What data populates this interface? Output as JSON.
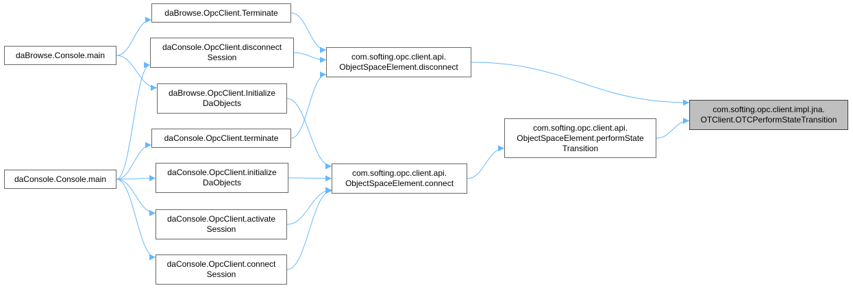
{
  "diagram": {
    "edge_color": "#63b8ff",
    "nodes": [
      {
        "id": "tgt",
        "lines": [
          "com.softing.opc.client.impl.jna.",
          "OTClient.OTCPerformStateTransition"
        ],
        "highlight": true
      },
      {
        "id": "pst",
        "lines": [
          "com.softing.opc.client.api.",
          "ObjectSpaceElement.performState",
          "Transition"
        ]
      },
      {
        "id": "disc",
        "lines": [
          "com.softing.opc.client.api.",
          "ObjectSpaceElement.disconnect"
        ]
      },
      {
        "id": "conn",
        "lines": [
          "com.softing.opc.client.api.",
          "ObjectSpaceElement.connect"
        ]
      },
      {
        "id": "bterm",
        "lines": [
          "daBrowse.OpcClient.Terminate"
        ]
      },
      {
        "id": "cdisc",
        "lines": [
          "daConsole.OpcClient.disconnect",
          "Session"
        ]
      },
      {
        "id": "binit",
        "lines": [
          "daBrowse.OpcClient.Initialize",
          "DaObjects"
        ]
      },
      {
        "id": "cterm",
        "lines": [
          "daConsole.OpcClient.terminate"
        ]
      },
      {
        "id": "cinit",
        "lines": [
          "daConsole.OpcClient.initialize",
          "DaObjects"
        ]
      },
      {
        "id": "cact",
        "lines": [
          "daConsole.OpcClient.activate",
          "Session"
        ]
      },
      {
        "id": "cconn",
        "lines": [
          "daConsole.OpcClient.connect",
          "Session"
        ]
      },
      {
        "id": "bmain",
        "lines": [
          "daBrowse.Console.main"
        ]
      },
      {
        "id": "cmain",
        "lines": [
          "daConsole.Console.main"
        ]
      }
    ],
    "edges": [
      [
        "pst",
        "tgt"
      ],
      [
        "disc",
        "tgt"
      ],
      [
        "conn",
        "pst"
      ],
      [
        "bterm",
        "disc"
      ],
      [
        "cdisc",
        "disc"
      ],
      [
        "cterm",
        "disc"
      ],
      [
        "binit",
        "conn"
      ],
      [
        "cinit",
        "conn"
      ],
      [
        "cact",
        "conn"
      ],
      [
        "cconn",
        "conn"
      ],
      [
        "bmain",
        "bterm"
      ],
      [
        "bmain",
        "binit"
      ],
      [
        "cmain",
        "cdisc"
      ],
      [
        "cmain",
        "cterm"
      ],
      [
        "cmain",
        "cinit"
      ],
      [
        "cmain",
        "cact"
      ],
      [
        "cmain",
        "cconn"
      ]
    ]
  }
}
